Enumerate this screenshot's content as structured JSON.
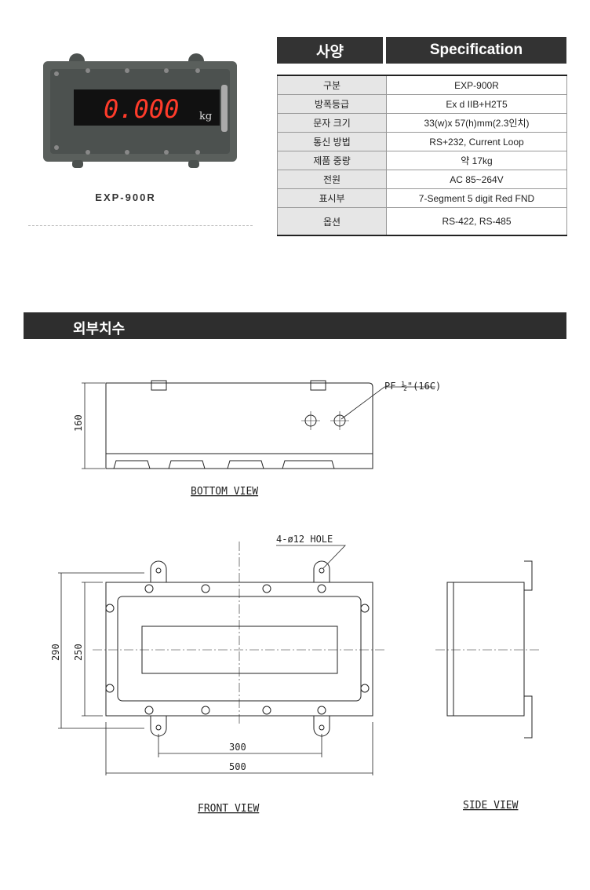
{
  "product": {
    "model_label": "EXP-900R",
    "display_value": "0.000",
    "display_unit": "kg"
  },
  "spec": {
    "header_ko": "사양",
    "header_en": "Specification",
    "rows": [
      {
        "label": "구분",
        "value": "EXP-900R"
      },
      {
        "label": "방폭등급",
        "value": "Ex d IIB+H2T5"
      },
      {
        "label": "문자 크기",
        "value": "33(w)x 57(h)mm(2.3인치)"
      },
      {
        "label": "통신 방법",
        "value": "RS+232, Current Loop"
      },
      {
        "label": "제품 중량",
        "value": "약 17kg"
      },
      {
        "label": "전원",
        "value": "AC 85~264V"
      },
      {
        "label": "표시부",
        "value": "7-Segment 5 digit Red FND"
      },
      {
        "label": "옵션",
        "value": "RS-422, RS-485"
      }
    ]
  },
  "dimensions": {
    "title": "외부치수",
    "bottom_view": {
      "label": "BOTTOM VIEW",
      "height_dim": "160",
      "port_note": "PF ½\"(16C)"
    },
    "front_view": {
      "label": "FRONT VIEW",
      "hole_note": "4-ø12 HOLE",
      "dim_290": "290",
      "dim_250": "250",
      "dim_300": "300",
      "dim_500": "500"
    },
    "side_view": {
      "label": "SIDE VIEW"
    }
  }
}
